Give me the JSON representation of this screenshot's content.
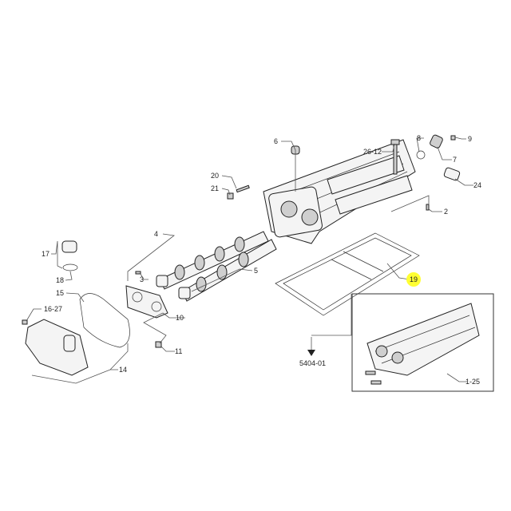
{
  "diagram": {
    "labels": {
      "p26_12": "26-12",
      "p8": "8",
      "p9": "9",
      "p6": "6",
      "p7": "7",
      "p20": "20",
      "p21": "21",
      "p24": "24",
      "p2": "2",
      "p4": "4",
      "p17": "17",
      "p18": "18",
      "p3": "3",
      "p5": "5",
      "p19": "19",
      "p15": "15",
      "p16_27": "16-27",
      "p10": "10",
      "p11": "11",
      "p14": "14",
      "ref": "5404-01",
      "p1_25": "1-25"
    },
    "highlight_color": "#ffff33"
  }
}
